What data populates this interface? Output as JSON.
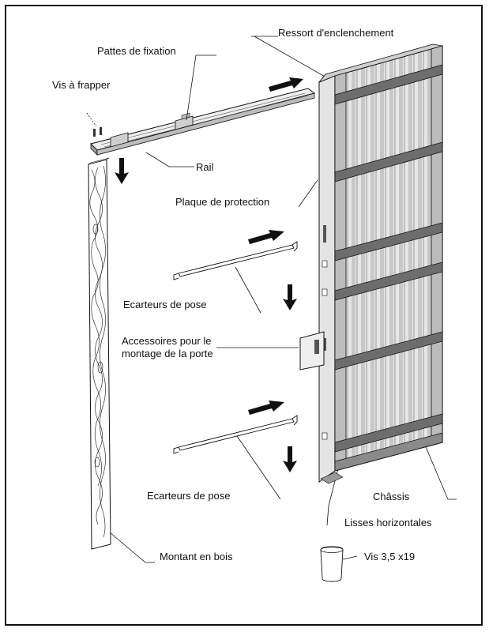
{
  "labels": {
    "ressort": "Ressort d'enclenchement",
    "pattes": "Pattes de fixation",
    "vis_frapper": "Vis à frapper",
    "rail": "Rail",
    "plaque": "Plaque de protection",
    "ecarteurs_1": "Ecarteurs de pose",
    "accessoires": "Accessoires pour le montage de la porte",
    "ecarteurs_2": "Ecarteurs de pose",
    "chassis": "Châssis",
    "lisses": "Lisses horizontales",
    "montant": "Montant en bois",
    "vis_35": "Vis 3,5 x19"
  },
  "colors": {
    "line": "#111111",
    "light": "#d9d9d9",
    "mid": "#a8a8a8",
    "dark": "#4a4a4a",
    "paper": "#ffffff"
  },
  "icons": [
    "arrow-right-icon",
    "arrow-down-icon",
    "screw-icon"
  ]
}
